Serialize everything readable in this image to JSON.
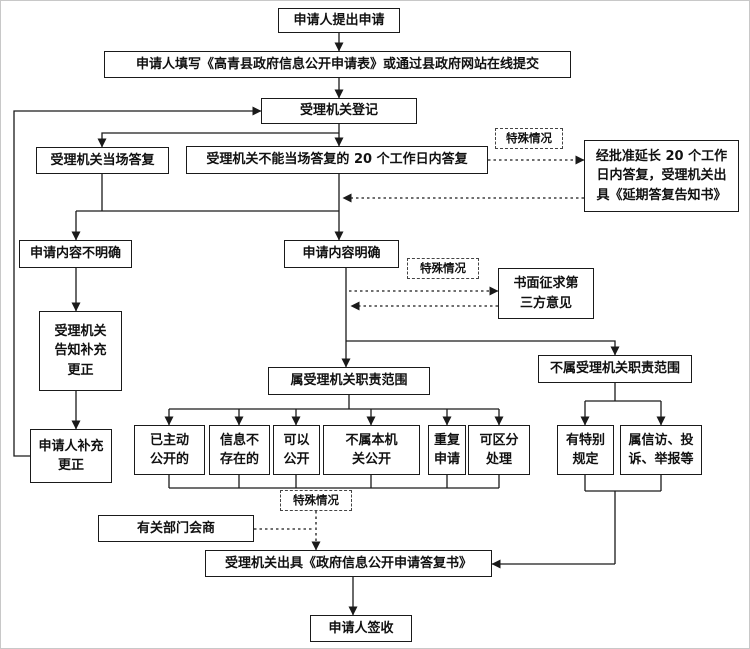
{
  "flowchart": {
    "nodes": {
      "apply": "申请人提出申请",
      "fill_form": "申请人填写《高青县政府信息公开申请表》或通过县政府网站在线提交",
      "register": "受理机关登记",
      "onspot_reply": "受理机关当场答复",
      "reply_within_20": "受理机关不能当场答复的 20 个工作日内答复",
      "special_case_1": "特殊情况",
      "extension": "经批准延长 20 个工作日内答复，受理机关出具《延期答复告知书》",
      "content_unclear": "申请内容不明确",
      "content_clear": "申请内容明确",
      "special_case_2": "特殊情况",
      "third_party": "书面征求第三方意见",
      "notify_supplement": "受理机关告知补充更正",
      "in_scope": "属受理机关职责范围",
      "out_of_scope": "不属受理机关职责范围",
      "applicant_supplement": "申请人补充更正",
      "already_public": "已主动公开的",
      "info_not_exist": "信息不存在的",
      "can_disclose": "可以公开",
      "not_this_organ": "不属本机关公开",
      "repeated_apply": "重复申请",
      "separable_handle": "可区分处理",
      "special_rules": "有特别规定",
      "petition_complaint": "属信访、投诉、举报等",
      "special_case_3": "特殊情况",
      "consultation": "有关部门会商",
      "issue_reply": "受理机关出具《政府信息公开申请答复书》",
      "sign_receipt": "申请人签收"
    }
  }
}
